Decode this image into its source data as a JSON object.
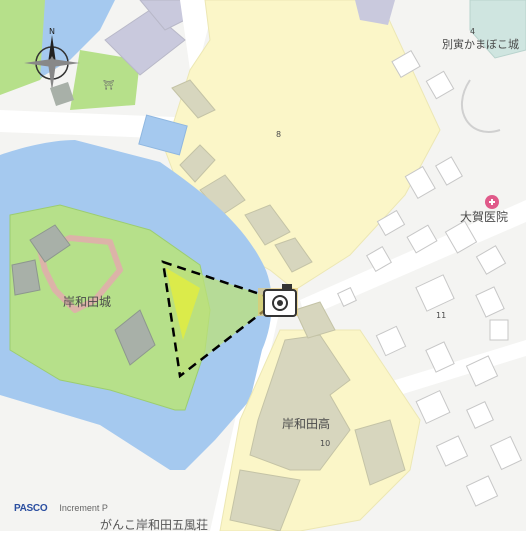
{
  "map": {
    "labels": {
      "castle": "岸和田城",
      "high_school": "岸和田高",
      "hospital": "大賀医院",
      "kamaboko": "別寅かまぼこ城",
      "bottom_place": "がんこ岸和田五風荘",
      "block_8": "8",
      "block_10": "10",
      "block_11": "11",
      "block_4": "4"
    },
    "credits": {
      "pasco": "PASCO",
      "increment": "Increment P"
    },
    "icons": [
      "north-arrow-compass-icon",
      "camera-icon",
      "hospital-icon",
      "shrine-icon"
    ],
    "colors": {
      "water": "#a5c9ef",
      "park": "#b6e08a",
      "school_area": "#fbf6c8",
      "road": "#ffffff",
      "building": "#d7d6be",
      "view_cone_fill": "#bce07a",
      "view_cone_stroke": "#000000",
      "hospital_marker": "#e05a8a"
    }
  }
}
